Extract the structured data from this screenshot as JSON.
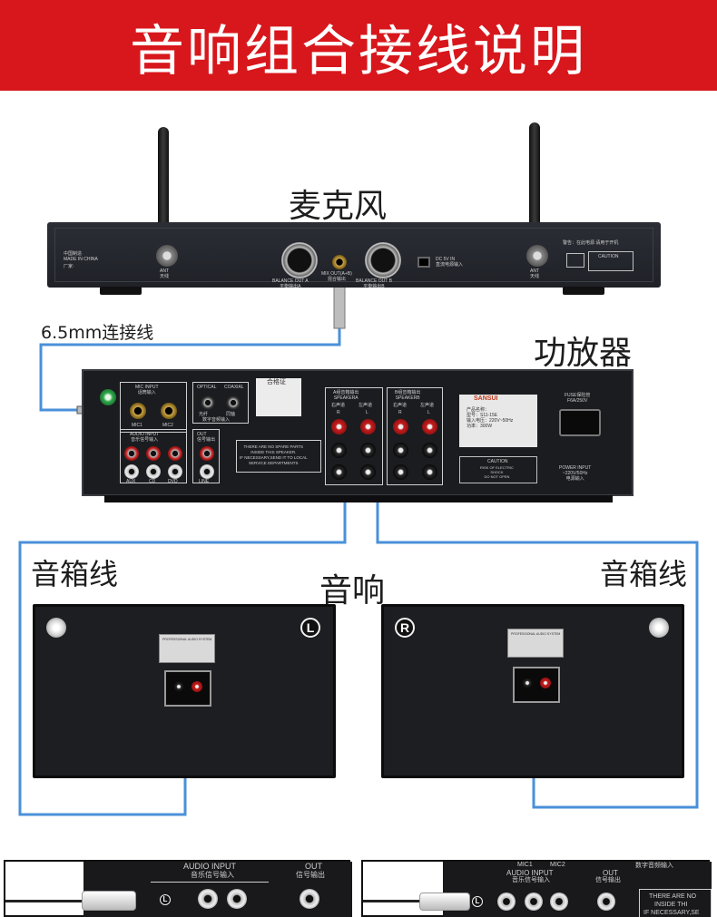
{
  "header": {
    "title": "音响组合接线说明",
    "bg_color": "#d7171c"
  },
  "labels": {
    "microphone": "麦克风",
    "cable": "6.5mm连接线",
    "amplifier": "功放器",
    "speaker_wire_left": "音箱线",
    "speaker_wire_right": "音箱线",
    "speaker": "音响"
  },
  "receiver": {
    "made_in": "中国制造\nMADE IN CHINA",
    "factory": "厂家:",
    "ant_left": "ANT\n天线",
    "ant_right": "ANT\n天线",
    "balance_a": "BALANCE OUT A\n平衡输出A",
    "mix_out": "MIX OUT(A+B)\n混合输出",
    "balance_b": "BALANCE OUT B\n平衡输出B",
    "dc_in": "DC 5V IN\n直流电源输入",
    "warning": "警告：在此电源 请用于开机",
    "caution": "CAUTION"
  },
  "amplifier_panel": {
    "mic_input": "MIC INPUT\n话筒输入",
    "mic1": "MIC1",
    "mic2": "MIC2",
    "optical": "OPTICAL",
    "coaxial": "COAXIAL",
    "optical_cn": "光纤",
    "coaxial_cn": "同轴",
    "digital_in": "数字音频输入",
    "qc": "合格证",
    "audio_input": "AUDIO INPUT\n音乐信号输入",
    "aux": "AUX",
    "cd": "CD",
    "dvd": "DVD",
    "out": "OUT\n信号输出",
    "line": "LINE",
    "notice": "THERE ARE NO SPARE PARTS\nINSIDE THIS SPEAKER.\nIF NECESSARY,SEND IT TO LOCAL\nSERVICE DEPARTMENTS",
    "speaker_a": "A组音箱输出\nSPEAKERA",
    "speaker_b": "B组音箱输出\nSPEAKERB",
    "r_ch": "右声道",
    "l_ch": "左声道",
    "r": "R",
    "l": "L",
    "brand": "SANSUI",
    "model": "产品名称：\n型号：S11-15E\n输入电压：220V~50Hz\n功率：300W",
    "caution": "CAUTION",
    "shock": "RISK OF ELECTRIC\nSHOCK\nDO NOT OPEN",
    "fuse": "FUSE保险管\nF6A/250V",
    "power_input": "POWER INPUT\n~220V/50Hz\n电源输入"
  },
  "speakers": {
    "left_badge": "L",
    "right_badge": "R",
    "plate_text": "PROFESSIONAL AUDIO SYSTEM"
  },
  "bottom_left": {
    "audio_input": "AUDIO INPUT",
    "audio_input_cn": "音乐信号输入",
    "out": "OUT",
    "out_cn": "信号输出",
    "badge": "L"
  },
  "bottom_right": {
    "mic1": "MIC1",
    "mic2": "MIC2",
    "audio_input": "AUDIO INPUT",
    "audio_input_cn": "音乐信号输入",
    "out": "OUT",
    "out_cn": "信号输出",
    "notice_cn": "数字音频输入",
    "notice": "THERE ARE NO",
    "notice2": "INSIDE THI",
    "notice3": "IF NECESSARY,SE",
    "badge": "L"
  },
  "colors": {
    "guide_line": "#4a90d9",
    "wire_red": "#c81e1e",
    "wire_black": "#333333"
  }
}
